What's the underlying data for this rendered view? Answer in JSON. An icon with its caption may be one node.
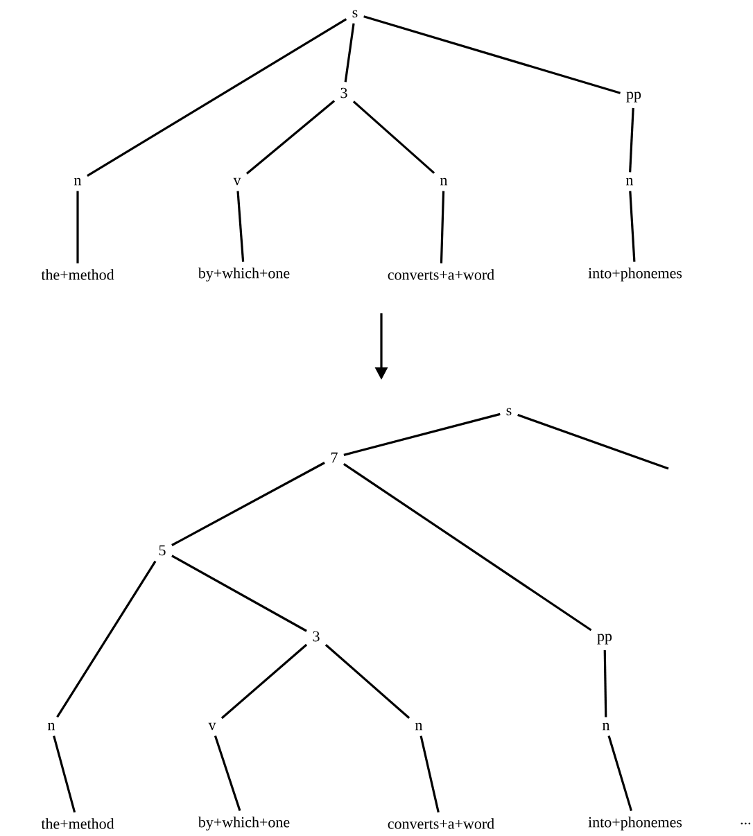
{
  "diagram": {
    "nodes": [
      {
        "text": [
          "s"
        ]
      },
      {
        "text": [
          "3"
        ]
      },
      {
        "text": [
          "pp"
        ]
      },
      {
        "text": [
          "n"
        ]
      },
      {
        "text": [
          "v"
        ]
      },
      {
        "text": [
          "n"
        ]
      },
      {
        "text": [
          "n"
        ]
      },
      {
        "text": [
          "the+method"
        ]
      },
      {
        "text": [
          "by+which+one"
        ]
      },
      {
        "text": [
          "converts+a+word"
        ]
      },
      {
        "text": [
          "into+phonemes"
        ]
      },
      {
        "text": [
          "s"
        ]
      },
      {
        "text": [
          "7"
        ]
      },
      {
        "text": [
          "5"
        ]
      },
      {
        "text": [
          "3"
        ]
      },
      {
        "text": [
          "pp"
        ]
      },
      {
        "text": [
          "n"
        ]
      },
      {
        "text": [
          "v"
        ]
      },
      {
        "text": [
          "n"
        ]
      },
      {
        "text": [
          "n"
        ]
      },
      {
        "text": [
          "the+method"
        ]
      },
      {
        "text": [
          "by+which+one"
        ]
      },
      {
        "text": [
          "converts+a+word"
        ]
      },
      {
        "text": [
          "into+phonemes"
        ]
      }
    ],
    "edges": [
      {
        "from": 0,
        "to": 3,
        "arrow": "none"
      },
      {
        "from": 0,
        "to": 1,
        "arrow": "none"
      },
      {
        "from": 0,
        "to": 2,
        "arrow": "none"
      },
      {
        "from": 1,
        "to": 4,
        "arrow": "none"
      },
      {
        "from": 1,
        "to": 5,
        "arrow": "none"
      },
      {
        "from": 2,
        "to": 6,
        "arrow": "none"
      },
      {
        "from": 3,
        "to": 7,
        "arrow": "none"
      },
      {
        "from": 4,
        "to": 8,
        "arrow": "none"
      },
      {
        "from": 5,
        "to": 9,
        "arrow": "none"
      },
      {
        "from": 6,
        "to": 10,
        "arrow": "none"
      },
      {
        "from": 11,
        "to": 12,
        "arrow": "none"
      },
      {
        "from": 11,
        "to": null,
        "arrow": "none"
      },
      {
        "from": 12,
        "to": 13,
        "arrow": "none"
      },
      {
        "from": 12,
        "to": 15,
        "arrow": "none"
      },
      {
        "from": 13,
        "to": 16,
        "arrow": "none"
      },
      {
        "from": 13,
        "to": 14,
        "arrow": "none"
      },
      {
        "from": 14,
        "to": 17,
        "arrow": "none"
      },
      {
        "from": 14,
        "to": 18,
        "arrow": "none"
      },
      {
        "from": 15,
        "to": 19,
        "arrow": "none"
      },
      {
        "from": 16,
        "to": 20,
        "arrow": "none"
      },
      {
        "from": 17,
        "to": 21,
        "arrow": "none"
      },
      {
        "from": 18,
        "to": 22,
        "arrow": "none"
      },
      {
        "from": 19,
        "to": 23,
        "arrow": "none"
      }
    ],
    "labels": [
      "..."
    ]
  }
}
